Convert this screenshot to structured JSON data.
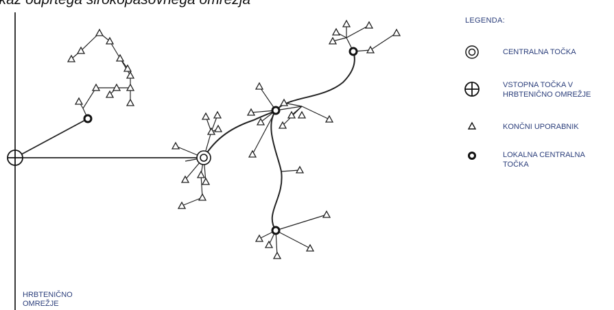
{
  "title": "ikaz odprtega širokopasovnega omrežja",
  "legend": {
    "title": "LEGENDA:",
    "items": [
      {
        "icon": "double-circle-icon",
        "label": "CENTRALNA TOČKA"
      },
      {
        "icon": "circle-plus-icon",
        "label": "VSTOPNA TOČKA V\nHRBTENIČNO OMREŽJE"
      },
      {
        "icon": "triangle-icon",
        "label": "KONČNI UPORABNIK"
      },
      {
        "icon": "bold-circle-icon",
        "label": "LOKALNA CENTRALNA\nTOČKA"
      }
    ]
  },
  "backbone_label": "HRBTENIČNO\nOMREŽJE"
}
